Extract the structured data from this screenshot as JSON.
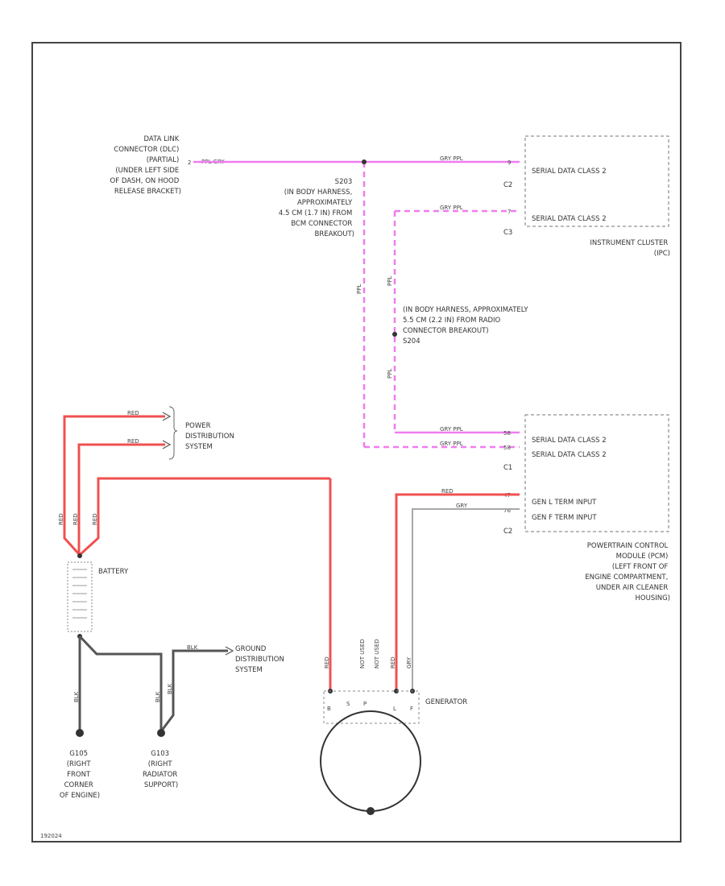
{
  "colors": {
    "purple_wire": "#f07cf0",
    "red_wire": "#f05050",
    "gray_wire": "#a8a8a8",
    "black_wire": "#555555",
    "frame": "#444444"
  },
  "dlc": {
    "lines": [
      "DATA LINK",
      "CONNECTOR (DLC)",
      "(PARTIAL)",
      "(UNDER LEFT SIDE",
      "OF DASH, ON HOOD",
      "RELEASE BRACKET)"
    ],
    "pin": "2",
    "wire": "PPL   GRY"
  },
  "splice_s203": {
    "lines": [
      "S203",
      "(IN BODY HARNESS,",
      "APPROXIMATELY",
      "4.5 CM (1.7 IN) FROM",
      "BCM CONNECTOR",
      "BREAKOUT)"
    ]
  },
  "splice_s204": {
    "lines": [
      "(IN BODY HARNESS, APPROXIMATELY",
      "5.5 CM (2.2 IN) FROM RADIO",
      "CONNECTOR BREAKOUT)",
      "S204"
    ]
  },
  "ipc": {
    "pins": [
      {
        "num": "9",
        "wire": "GRY   PPL",
        "label": "SERIAL DATA CLASS 2",
        "conn": "C2"
      },
      {
        "num": "7",
        "wire": "GRY   PPL",
        "label": "SERIAL DATA CLASS 2",
        "conn": "C3"
      }
    ],
    "name_lines": [
      "INSTRUMENT CLUSTER",
      "(IPC)"
    ]
  },
  "pcm": {
    "pins": [
      {
        "num": "58",
        "wire": "GRY   PPL",
        "label": "SERIAL DATA CLASS 2",
        "conn": ""
      },
      {
        "num": "58",
        "wire": "GRY   PPL",
        "label": "SERIAL DATA CLASS 2",
        "conn": "C1"
      },
      {
        "num": "47",
        "wire": "RED",
        "label": "GEN L TERM INPUT",
        "conn": ""
      },
      {
        "num": "76",
        "wire": "GRY",
        "label": "GEN F TERM INPUT",
        "conn": "C2"
      }
    ],
    "name_lines": [
      "POWERTRAIN CONTROL",
      "MODULE (PCM)",
      "(LEFT FRONT OF",
      "ENGINE COMPARTMENT,",
      "UNDER AIR CLEANER",
      "HOUSING)"
    ]
  },
  "wire_labels": {
    "ppl_vertical": "PPL",
    "red": "RED",
    "blk": "BLK",
    "not_used": "NOT USED",
    "gry": "GRY"
  },
  "power": {
    "label_lines": [
      "POWER",
      "DISTRIBUTION",
      "SYSTEM"
    ]
  },
  "battery": {
    "label": "BATTERY"
  },
  "ground_distribution": {
    "label_lines": [
      "GROUND",
      "DISTRIBUTION",
      "SYSTEM"
    ]
  },
  "ground_g105": {
    "lines": [
      "G105",
      "(RIGHT",
      "FRONT",
      "CORNER",
      "OF ENGINE)"
    ]
  },
  "ground_g103": {
    "lines": [
      "G103",
      "(RIGHT",
      "RADIATOR",
      "SUPPORT)"
    ]
  },
  "generator": {
    "label": "GENERATOR",
    "terminals": [
      "B",
      "S",
      "P",
      "L",
      "F"
    ]
  },
  "ref_code": "192024"
}
